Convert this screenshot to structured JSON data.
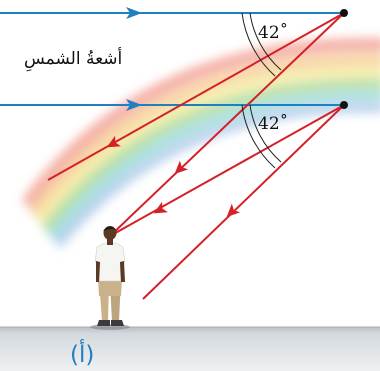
{
  "labels": {
    "sun_rays": "أشعةُ الشمسِ",
    "angle_top": "42˚",
    "angle_bottom": "42˚",
    "panel": "(أ)"
  },
  "colors": {
    "ray_blue": "#1f7fc1",
    "ray_red": "#d42027",
    "ground": "#c9cfd4",
    "drop": "#111111"
  }
}
